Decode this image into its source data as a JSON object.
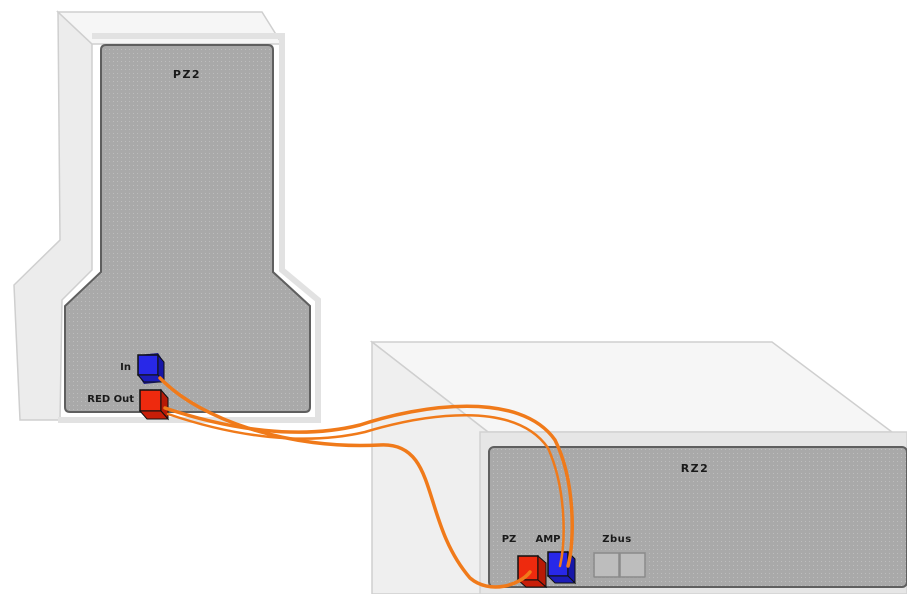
{
  "devices": {
    "pz2": {
      "name": "PZ2",
      "ports": {
        "in_label": "In",
        "out_label": "RED Out"
      }
    },
    "rz2": {
      "name": "RZ2",
      "ports": {
        "pz_label": "PZ",
        "amp_label": "AMP",
        "zbus_label": "Zbus"
      }
    }
  },
  "colors": {
    "panel": "#a9a9a9",
    "panel_border": "#5f5f5f",
    "housing": "#f3f3f3",
    "housing_outline": "#c9c9c9",
    "cable": "#f07a1a",
    "port_blue": "#2828e8",
    "port_red": "#ee2a0e"
  }
}
